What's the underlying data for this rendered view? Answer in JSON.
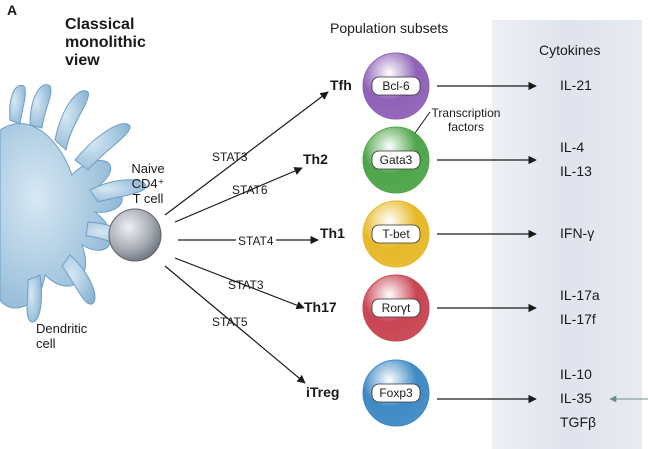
{
  "panel_label": "A",
  "classical_view": "Classical\nmonolithic\nview",
  "population_subsets_header": "Population subsets",
  "cytokines_header": "Cytokines",
  "naive_cell": "Naive\nCD4⁺\nT cell",
  "dendritic_cell": "Dendritic\ncell",
  "transcription_factors_label": "Transcription\nfactors",
  "colors": {
    "tfh": "#8f62b7",
    "th2": "#4ea54a",
    "th1": "#e7b92a",
    "th17": "#c94553",
    "itreg": "#3f8ac5",
    "dendritic": "#9cc3de",
    "naive": "#8a9099",
    "cytokine_panel": "#dfe3ec"
  },
  "subsets": [
    {
      "name": "Tfh",
      "stat": "STAT3",
      "tf": "Bcl-6",
      "cytokines": [
        "IL-21"
      ]
    },
    {
      "name": "Th2",
      "stat": "STAT6",
      "tf": "Gata3",
      "cytokines": [
        "IL-4",
        "IL-13"
      ]
    },
    {
      "name": "Th1",
      "stat": "STAT4",
      "tf": "T-bet",
      "cytokines": [
        "IFN-γ"
      ]
    },
    {
      "name": "Th17",
      "stat": "STAT3",
      "tf": "Rorγt",
      "cytokines": [
        "IL-17a",
        "IL-17f"
      ]
    },
    {
      "name": "iTreg",
      "stat": "STAT5",
      "tf": "Foxp3",
      "cytokines": [
        "IL-10",
        "IL-35",
        "TGFβ"
      ]
    }
  ]
}
